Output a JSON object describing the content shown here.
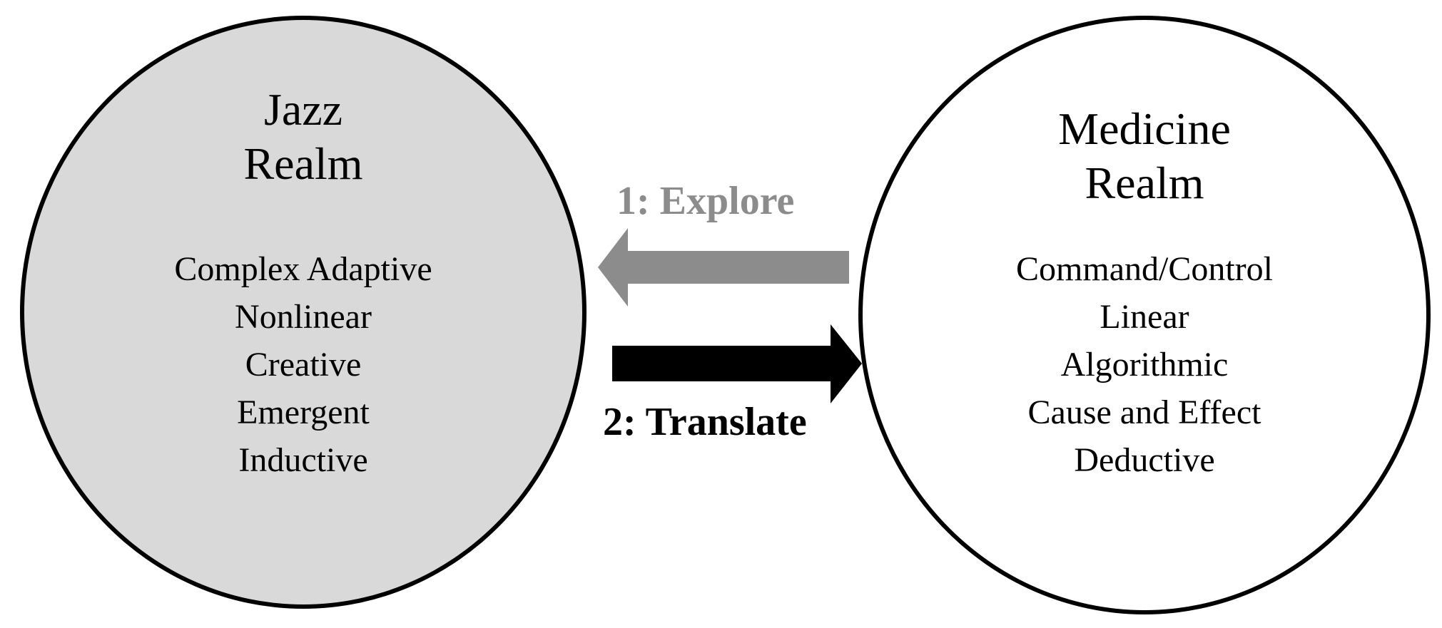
{
  "colors": {
    "jazz_fill": "#d9d9d9",
    "medicine_fill": "#ffffff",
    "outline": "#000000",
    "explore_color": "#8c8c8c",
    "translate_color": "#000000"
  },
  "jazz": {
    "title_line1": "Jazz",
    "title_line2": "Realm",
    "traits": [
      "Complex Adaptive",
      "Nonlinear",
      "Creative",
      "Emergent",
      "Inductive"
    ]
  },
  "medicine": {
    "title_line1": "Medicine",
    "title_line2": "Realm",
    "traits": [
      "Command/Control",
      "Linear",
      "Algorithmic",
      "Cause and Effect",
      "Deductive"
    ]
  },
  "arrows": {
    "explore": {
      "label": "1: Explore",
      "direction": "left",
      "icon": "arrow-left-icon"
    },
    "translate": {
      "label": "2: Translate",
      "direction": "right",
      "icon": "arrow-right-icon"
    }
  }
}
